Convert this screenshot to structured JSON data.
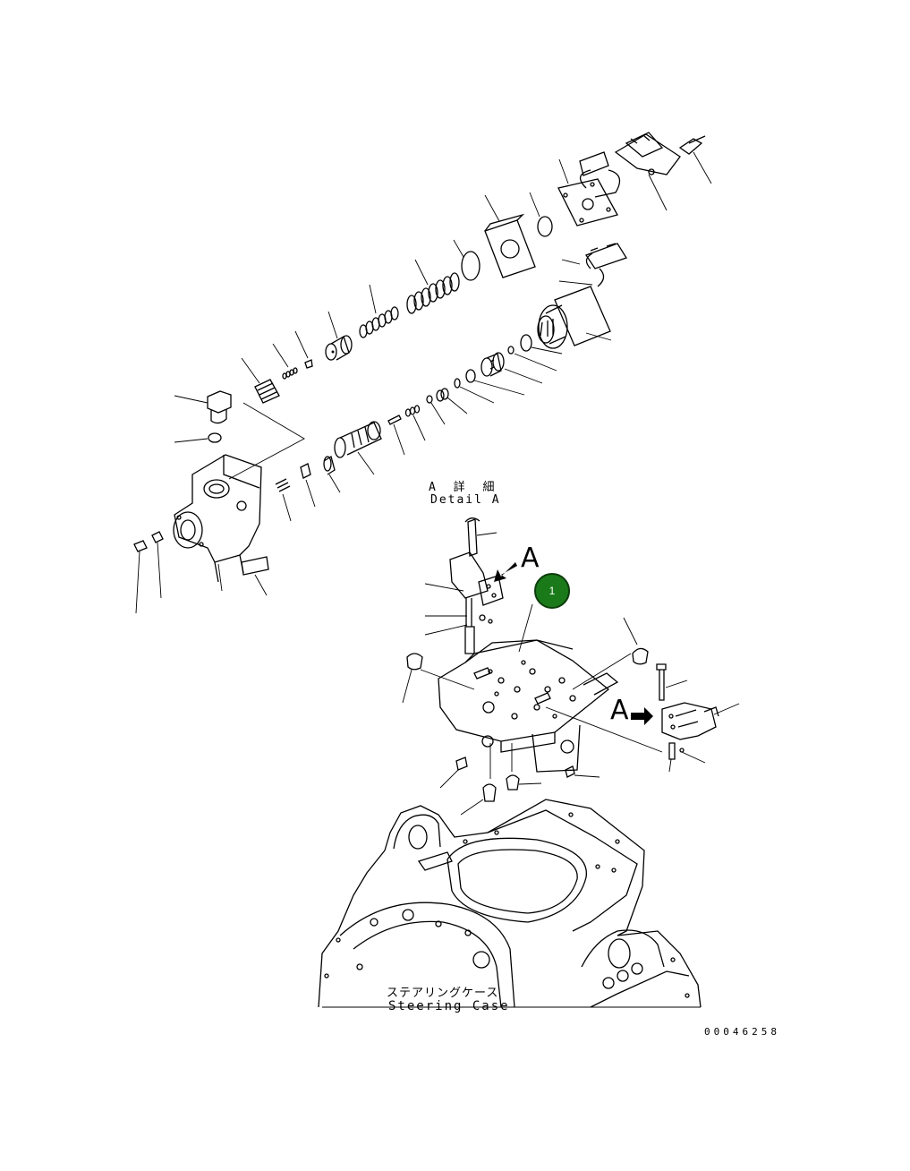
{
  "detail_label": {
    "japanese": "A 詳 細",
    "english": "Detail A"
  },
  "view_markers": [
    "A",
    "A"
  ],
  "callout_badge": "1",
  "case_label": {
    "japanese": "ステアリングケース",
    "english": "Steering Case"
  },
  "figure_number": "00046258",
  "colors": {
    "line": "#000000",
    "background": "#ffffff",
    "badge_fill": "#1a7a1a",
    "badge_text": "#ffffff"
  }
}
